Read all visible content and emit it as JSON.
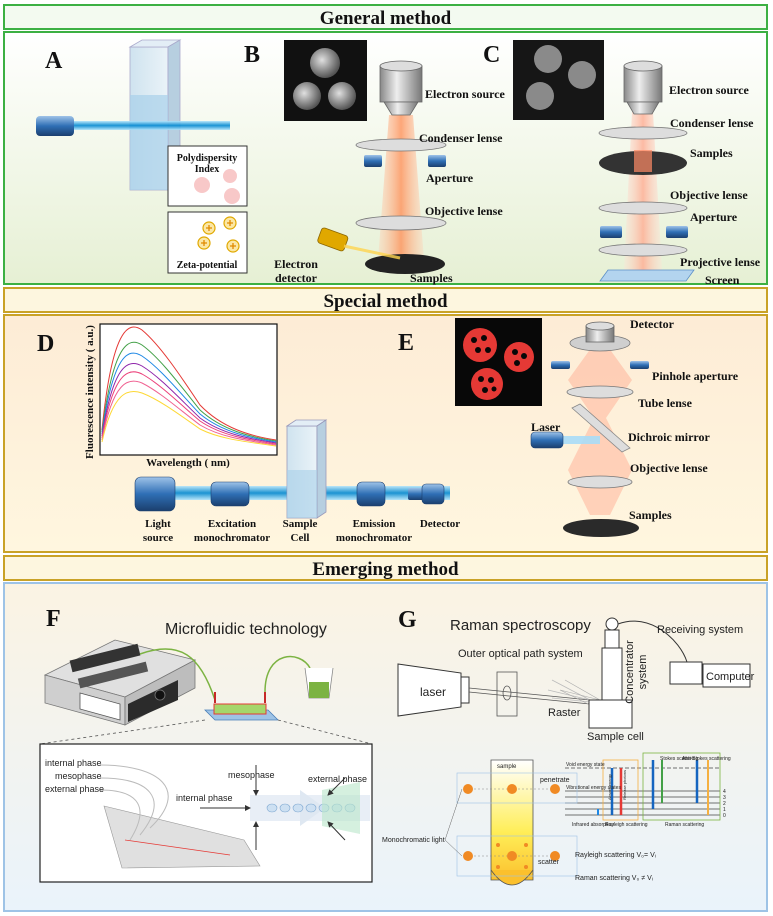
{
  "headers": {
    "general": "General method",
    "special": "Special method",
    "emerging": "Emerging method"
  },
  "panel_letters": {
    "a": "A",
    "b": "B",
    "c": "C",
    "d": "D",
    "e": "E",
    "f": "F",
    "g": "G"
  },
  "panel_a": {
    "pdi_line1": "Polydispersity",
    "pdi_line2": "Index",
    "zeta": "Zeta-potential"
  },
  "panel_b": {
    "electron_source": "Electron source",
    "condenser": "Condenser lense",
    "aperture": "Aperture",
    "objective": "Objective lense",
    "detector_line1": "Electron",
    "detector_line2": "detector",
    "samples": "Samples"
  },
  "panel_c": {
    "electron_source": "Electron source",
    "condenser": "Condenser lense",
    "samples": "Samples",
    "objective": "Objective lense",
    "aperture": "Aperture",
    "projective": "Projective lense",
    "screen": "Screen"
  },
  "panel_d": {
    "ylabel": "Fluorescence intensity ( a.u.)",
    "xlabel": "Wavelength ( nm)",
    "light_source_1": "Light",
    "light_source_2": "source",
    "excitation_1": "Excitation",
    "excitation_2": "monochromator",
    "sample_cell_1": "Sample",
    "sample_cell_2": "Cell",
    "emission_1": "Emission",
    "emission_2": "monochromator",
    "detector": "Detector"
  },
  "panel_e": {
    "detector": "Detector",
    "pinhole": "Pinhole aperture",
    "tube": "Tube lense",
    "laser": "Laser",
    "dichroic": "Dichroic mirror",
    "objective": "Objective lense",
    "samples": "Samples"
  },
  "panel_f": {
    "title": "Microfluidic technology",
    "internal_phase": "internal phase",
    "mesophase": "mesophase",
    "external_phase": "external phase",
    "mesophase_right": "mesophase",
    "external_phase_right": "external phase",
    "internal_phase_right": "internal phase"
  },
  "panel_g": {
    "title": "Raman spectroscopy",
    "receiving": "Receiving system",
    "outer_optical": "Outer optical path system",
    "laser": "laser",
    "concentrator_1": "Concentrator",
    "concentrator_2": "system",
    "computer": "Computer",
    "raster": "Raster",
    "sample_cell": "Sample cell",
    "stokes": "Stokes scattering",
    "anti_stokes": "Anti-Stokes scattering",
    "void_state": "Void energy state",
    "absorb": "Absorb energy",
    "release": "Release photons",
    "vibrational": "Vibrational energy states",
    "levels": [
      "4",
      "3",
      "2",
      "1",
      "0"
    ],
    "infrared": "Infrared absorption",
    "rayleigh": "Rayleigh scattering",
    "raman": "Raman scattering",
    "sample": "sample",
    "penetrate": "penetrate",
    "scatter": "scatter",
    "monochromatic": "Monochromatic light",
    "rayleigh_eq": "Rayleigh scattering V₀= Vᵢ",
    "raman_eq": "Raman scattering V₀ ≠ Vᵢ"
  },
  "colors": {
    "green_border": "#3cb043",
    "gold_border": "#c9a227",
    "blue_border": "#9ec3e6",
    "beam_blue": "#29b6f6",
    "beam_orange": "#ff9e6b",
    "fluor_red": "#e53935"
  }
}
